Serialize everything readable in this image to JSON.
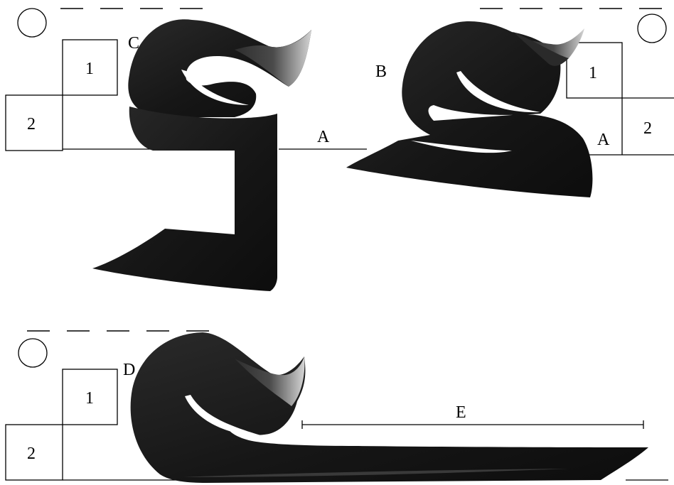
{
  "figure": {
    "background": "#ffffff",
    "ink_color": "#1b1b1b",
    "line_color": "#000000",
    "labels": {
      "letter_c": "C",
      "letter_b": "B",
      "letter_d": "D",
      "letter_a_left": "A",
      "letter_a_right": "A",
      "letter_e": "E"
    },
    "panel_c": {
      "box_top": "1",
      "box_bottom": "2"
    },
    "panel_b": {
      "box_top": "1",
      "box_bottom": "2"
    },
    "panel_d": {
      "box_top": "1",
      "box_bottom": "2"
    }
  }
}
